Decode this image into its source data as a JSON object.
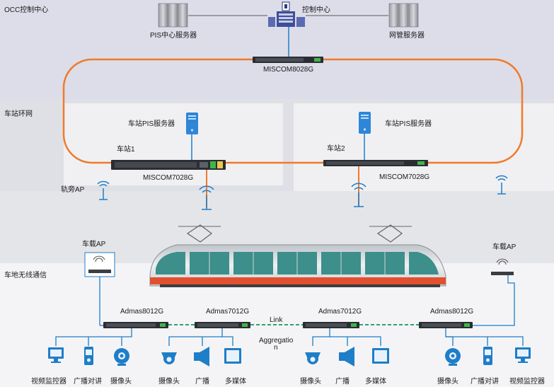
{
  "zones": {
    "occ": "OCC控制中心",
    "station_ring": "车站环网",
    "wireless": "车地无线通信"
  },
  "occ_devices": {
    "control_center": "控制中心",
    "pis_center_server": "PIS中心服务器",
    "nms_server": "网管服务器",
    "core_switch": "MISCOM8028G"
  },
  "stations": [
    {
      "name": "车站1",
      "server": "车站PIS服务器",
      "switch": "MISCOM7028G"
    },
    {
      "name": "车站2",
      "server": "车站PIS服务器",
      "switch": "MISCOM7028G"
    }
  ],
  "trackside_ap": "轨旁AP",
  "vehicle_ap": [
    "车载AP",
    "车载AP"
  ],
  "onboard_switches": [
    "Admas8012G",
    "Admas7012G",
    "Admas7012G",
    "Admas8012G"
  ],
  "link_labels": {
    "link": "Link",
    "aggregation": "Aggregatio",
    "aggregation_2": "n"
  },
  "terminals": [
    {
      "label": "视频监控器",
      "icon": "monitor-icon"
    },
    {
      "label": "广播对讲",
      "icon": "intercom-icon"
    },
    {
      "label": "摄像头",
      "icon": "camera-icon"
    },
    {
      "label": "摄像头",
      "icon": "dome-camera-icon"
    },
    {
      "label": "广播",
      "icon": "speaker-icon"
    },
    {
      "label": "多媒体",
      "icon": "display-icon"
    },
    {
      "label": "摄像头",
      "icon": "dome-camera-icon"
    },
    {
      "label": "广播",
      "icon": "speaker-icon"
    },
    {
      "label": "多媒体",
      "icon": "display-icon"
    },
    {
      "label": "摄像头",
      "icon": "camera-icon"
    },
    {
      "label": "广播对讲",
      "icon": "intercom-icon"
    },
    {
      "label": "视频监控器",
      "icon": "monitor-icon"
    }
  ],
  "colors": {
    "ring": "#f07a2a",
    "zone_occ": "#dcdde8",
    "zone_station": "#e2e3e8",
    "station_box": "#f0f0f3",
    "device_blue": "#1e7ec8",
    "train_red": "#e2502f",
    "link_green": "#2ea36a"
  }
}
